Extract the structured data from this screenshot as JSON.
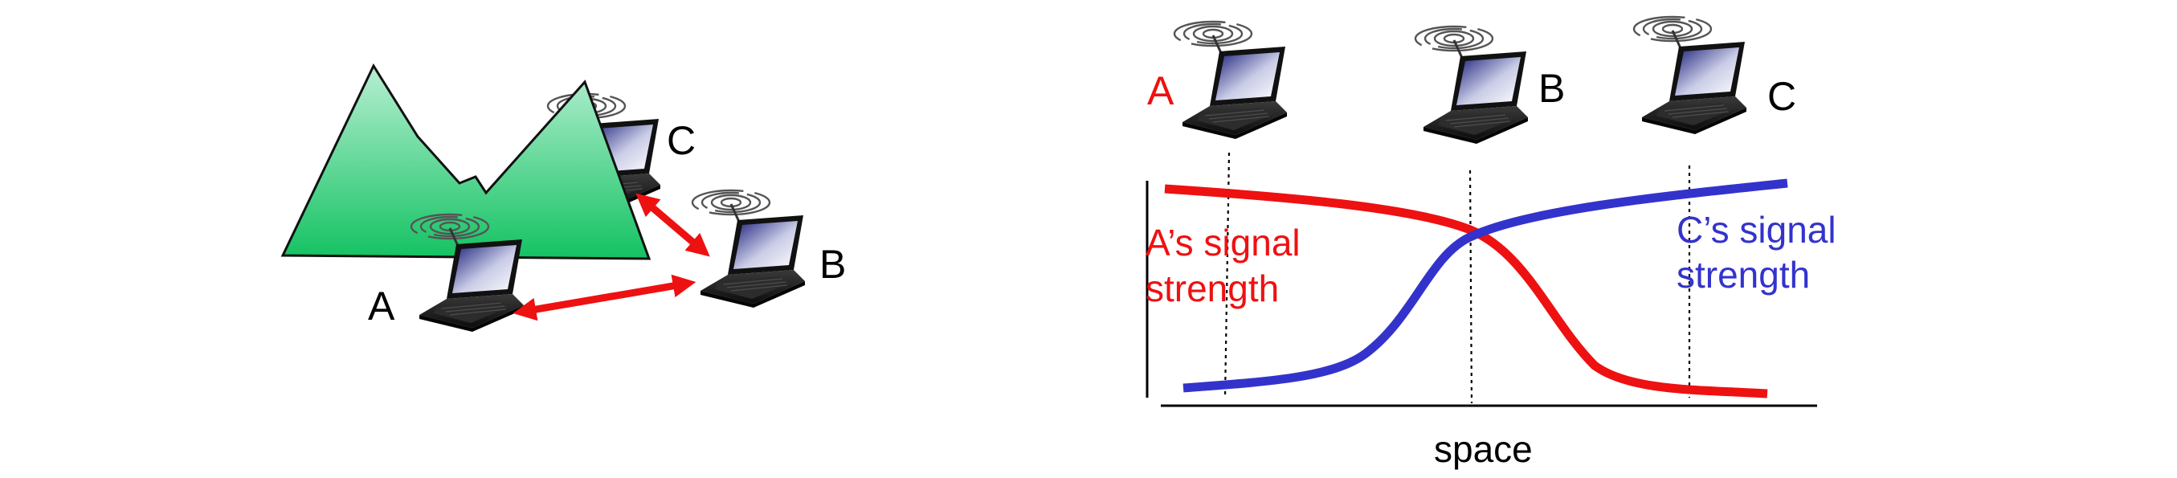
{
  "left_diagram": {
    "labels": {
      "a": "A",
      "b": "B",
      "c": "C"
    },
    "colors": {
      "mountain_top": "#a8e8c8",
      "mountain_bottom": "#1cc46a",
      "arrow": "#ee1111",
      "label": "#000000"
    }
  },
  "right_diagram": {
    "station_labels": {
      "a": "A",
      "b": "B",
      "c": "C"
    },
    "signal_labels": {
      "a_line1": "A’s signal",
      "a_line2": "strength",
      "c_line1": "C’s signal",
      "c_line2": "strength"
    },
    "x_axis_label": "space",
    "colors": {
      "a_signal": "#ee1111",
      "c_signal": "#3333cc",
      "axis": "#000000"
    }
  }
}
